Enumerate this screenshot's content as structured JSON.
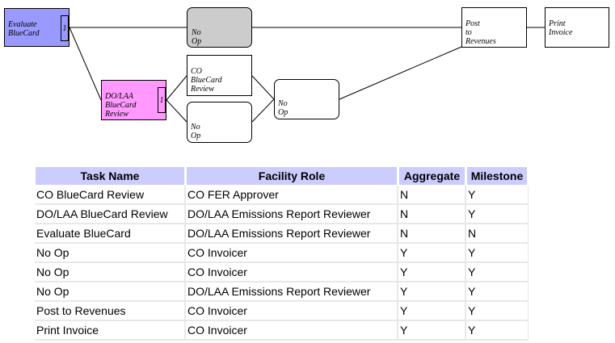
{
  "diagram": {
    "nodes": {
      "evaluate": {
        "label": "Evaluate\nBlueCard",
        "badge": "1",
        "color": "#9999ff"
      },
      "noop_top": {
        "label": "No\nOp",
        "color": "#cccccc"
      },
      "dolaa": {
        "label": "DO/LAA\nBlueCard\nReview",
        "badge": "1",
        "color": "#ff99ff"
      },
      "co_review": {
        "label": "CO\nBlueCard\nReview"
      },
      "noop_mid": {
        "label": "No\nOp"
      },
      "noop_join": {
        "label": "No\nOp"
      },
      "post": {
        "label": "Post\nto\nRevenues"
      },
      "print": {
        "label": "Print\nInvoice"
      }
    }
  },
  "table": {
    "headers": [
      "Task Name",
      "Facility Role",
      "Aggregate",
      "Milestone"
    ],
    "rows": [
      [
        "CO BlueCard Review",
        "CO FER Approver",
        "N",
        "Y"
      ],
      [
        "DO/LAA BlueCard Review",
        "DO/LAA Emissions Report Reviewer",
        "N",
        "Y"
      ],
      [
        "Evaluate BlueCard",
        "DO/LAA Emissions Report Reviewer",
        "N",
        "N"
      ],
      [
        "No Op",
        "CO Invoicer",
        "Y",
        "Y"
      ],
      [
        "No Op",
        "CO Invoicer",
        "Y",
        "Y"
      ],
      [
        "No Op",
        "DO/LAA Emissions Report Reviewer",
        "Y",
        "Y"
      ],
      [
        "Post to Revenues",
        "CO Invoicer",
        "Y",
        "Y"
      ],
      [
        "Print Invoice",
        "CO Invoicer",
        "Y",
        "Y"
      ]
    ]
  }
}
